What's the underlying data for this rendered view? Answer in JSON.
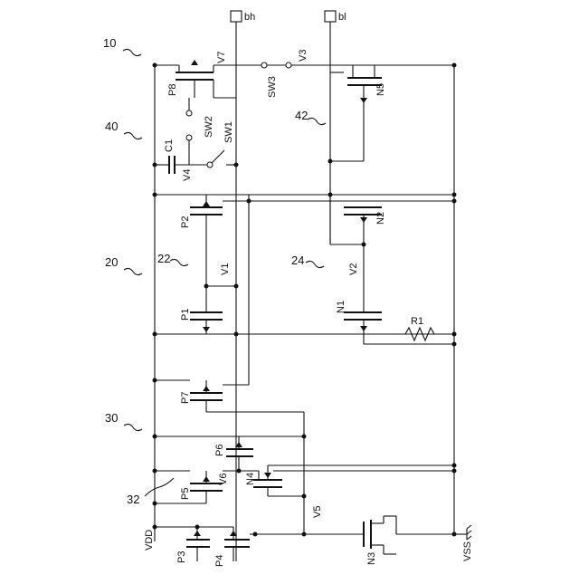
{
  "figure": {
    "references": {
      "block_10": "10",
      "block_40": "40",
      "block_20": "20",
      "block_30": "30",
      "block_32": "32",
      "block_22": "22",
      "block_24": "24",
      "block_42": "42"
    },
    "terminals": {
      "bh": "bh",
      "bl": "bl"
    },
    "transistors": {
      "p8": "P8",
      "p2": "P2",
      "p1": "P1",
      "p7": "P7",
      "p6": "P6",
      "p5": "P5",
      "p3": "P3",
      "p4": "P4",
      "n5": "N5",
      "n2": "N2",
      "n1": "N1",
      "n4": "N4",
      "n3": "N3"
    },
    "components": {
      "c1": "C1",
      "r1": "R1",
      "sw1": "SW1",
      "sw2": "SW2",
      "sw3": "SW3"
    },
    "nodes": {
      "v1": "V1",
      "v2": "V2",
      "v3": "V3",
      "v4": "V4",
      "v5": "V5",
      "v6": "V6",
      "v7": "V7"
    },
    "rails": {
      "vdd": "VDD",
      "vss": "VSS"
    }
  }
}
